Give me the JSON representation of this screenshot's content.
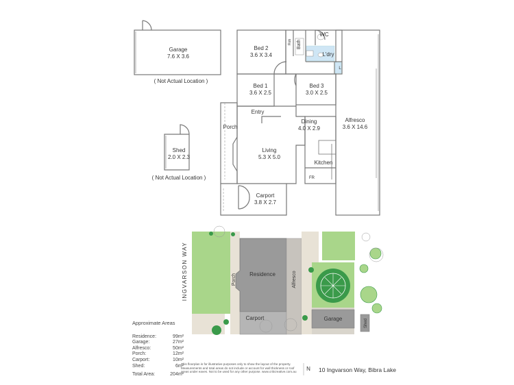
{
  "floorplan": {
    "rooms": {
      "garage": {
        "name": "Garage",
        "dims": "7.6 X 3.6"
      },
      "garage_note": "( Not Actual Location )",
      "bed2": {
        "name": "Bed 2",
        "dims": "3.6 X 3.4"
      },
      "bed1": {
        "name": "Bed 1",
        "dims": "3.6 X 2.5"
      },
      "bed3": {
        "name": "Bed 3",
        "dims": "3.0 X 2.5"
      },
      "bath": "Bath",
      "wc": "WC",
      "laundry": "L'dry",
      "robe": "Rob",
      "linen": "L",
      "entry": "Entry",
      "porch": "Porch",
      "dining": {
        "name": "Dining",
        "dims": "4.0 X 2.9"
      },
      "living": {
        "name": "Living",
        "dims": "5.3 X 5.0"
      },
      "kitchen": "Kitchen",
      "fridge": "FR",
      "alfresco": {
        "name": "Alfresco",
        "dims": "3.6 X 14.6"
      },
      "carport": {
        "name": "Carport",
        "dims": "3.8 X 2.7"
      },
      "shed": {
        "name": "Shed",
        "dims": "2.0 X 2.3"
      },
      "shed_note": "( Not Actual Location )"
    }
  },
  "siteplan": {
    "street": "INGVARSON WAY",
    "residence": "Residence",
    "porch": "Porch",
    "alfresco": "Alfresco",
    "carport": "Carport",
    "garage": "Garage",
    "shed": "Shed"
  },
  "areas": {
    "title": "Approximate Areas",
    "rows": [
      {
        "label": "Residence:",
        "value": "99m²"
      },
      {
        "label": "Garage:",
        "value": "27m²"
      },
      {
        "label": "Alfresco:",
        "value": "50m²"
      },
      {
        "label": "Porch:",
        "value": "12m²"
      },
      {
        "label": "Carport:",
        "value": "10m²"
      },
      {
        "label": "Shed:",
        "value": "6m²"
      }
    ],
    "total": {
      "label": "Total Area:",
      "value": "204m²"
    }
  },
  "disclaimer": "This floorplan is for illustrative purposes only to show the layout of the property. Measurements and total areas do not include or account for wall thickness or roof areas under eaves. Not to be used for any other purpose. www.criticreative.com.au",
  "north": "N",
  "address": "10 Ingvarson Way, Bibra Lake",
  "colors": {
    "walls": "#777777",
    "grass": "#a9d68a",
    "tree": "#3a9a4a",
    "building": "#9a9a9a"
  }
}
